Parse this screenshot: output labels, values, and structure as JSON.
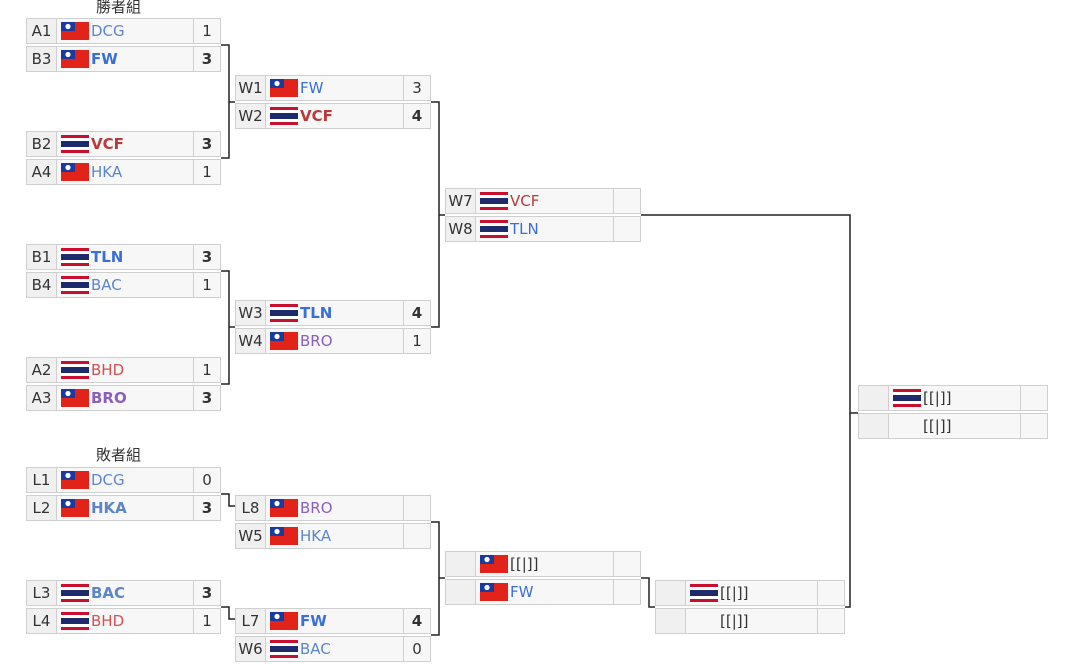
{
  "titles": {
    "winners": "勝者組",
    "losers": "敗者組"
  },
  "colors": {
    "DCG": "#5d86c9",
    "FW": "#3b6fd8",
    "VCF": "#b83a3a",
    "HKA": "#5d86c9",
    "TLN": "#3b6fd8",
    "BAC": "#5d86c9",
    "BHD": "#d05252",
    "BRO": "#8b5fb8",
    "placeholder": "#333333"
  },
  "winners": {
    "r1": [
      {
        "rows": [
          {
            "seed": "A1",
            "team": "DCG",
            "flag": "tw",
            "score": "1"
          },
          {
            "seed": "B3",
            "team": "FW",
            "flag": "tw",
            "score": "3",
            "win": true
          }
        ]
      },
      {
        "rows": [
          {
            "seed": "B2",
            "team": "VCF",
            "flag": "th",
            "score": "3",
            "win": true
          },
          {
            "seed": "A4",
            "team": "HKA",
            "flag": "tw",
            "score": "1"
          }
        ]
      },
      {
        "rows": [
          {
            "seed": "B1",
            "team": "TLN",
            "flag": "th",
            "score": "3",
            "win": true
          },
          {
            "seed": "B4",
            "team": "BAC",
            "flag": "th",
            "score": "1"
          }
        ]
      },
      {
        "rows": [
          {
            "seed": "A2",
            "team": "BHD",
            "flag": "th",
            "score": "1"
          },
          {
            "seed": "A3",
            "team": "BRO",
            "flag": "tw",
            "score": "3",
            "win": true
          }
        ]
      }
    ],
    "r2": [
      {
        "rows": [
          {
            "seed": "W1",
            "team": "FW",
            "flag": "tw",
            "score": "3"
          },
          {
            "seed": "W2",
            "team": "VCF",
            "flag": "th",
            "score": "4",
            "win": true
          }
        ]
      },
      {
        "rows": [
          {
            "seed": "W3",
            "team": "TLN",
            "flag": "th",
            "score": "4",
            "win": true
          },
          {
            "seed": "W4",
            "team": "BRO",
            "flag": "tw",
            "score": "1"
          }
        ]
      }
    ],
    "r3": [
      {
        "rows": [
          {
            "seed": "W7",
            "team": "VCF",
            "flag": "th",
            "score": ""
          },
          {
            "seed": "W8",
            "team": "TLN",
            "flag": "th",
            "score": ""
          }
        ]
      }
    ]
  },
  "losers": {
    "r1": [
      {
        "rows": [
          {
            "seed": "L1",
            "team": "DCG",
            "flag": "tw",
            "score": "0"
          },
          {
            "seed": "L2",
            "team": "HKA",
            "flag": "tw",
            "score": "3",
            "win": true
          }
        ]
      },
      {
        "rows": [
          {
            "seed": "L3",
            "team": "BAC",
            "flag": "th",
            "score": "3",
            "win": true
          },
          {
            "seed": "L4",
            "team": "BHD",
            "flag": "th",
            "score": "1"
          }
        ]
      }
    ],
    "r2": [
      {
        "rows": [
          {
            "seed": "L8",
            "team": "BRO",
            "flag": "tw",
            "score": ""
          },
          {
            "seed": "W5",
            "team": "HKA",
            "flag": "tw",
            "score": ""
          }
        ]
      },
      {
        "rows": [
          {
            "seed": "L7",
            "team": "FW",
            "flag": "tw",
            "score": "4",
            "win": true
          },
          {
            "seed": "W6",
            "team": "BAC",
            "flag": "th",
            "score": "0"
          }
        ]
      }
    ],
    "r3": [
      {
        "rows": [
          {
            "seed": "",
            "team": "[[|]]",
            "flag": "tw",
            "score": "",
            "ph": true
          },
          {
            "seed": "",
            "team": "FW",
            "flag": "tw",
            "score": ""
          }
        ]
      }
    ],
    "r4": [
      {
        "rows": [
          {
            "seed": "",
            "team": "[[|]]",
            "flag": "th",
            "score": "",
            "ph": true
          },
          {
            "seed": "",
            "team": "[[|]]",
            "flag": "",
            "score": "",
            "ph": true
          }
        ]
      }
    ]
  },
  "final": [
    {
      "rows": [
        {
          "seed": "",
          "team": "[[|]]",
          "flag": "th",
          "score": "",
          "ph": true
        },
        {
          "seed": "",
          "team": "[[|]]",
          "flag": "",
          "score": "",
          "ph": true
        }
      ]
    }
  ]
}
